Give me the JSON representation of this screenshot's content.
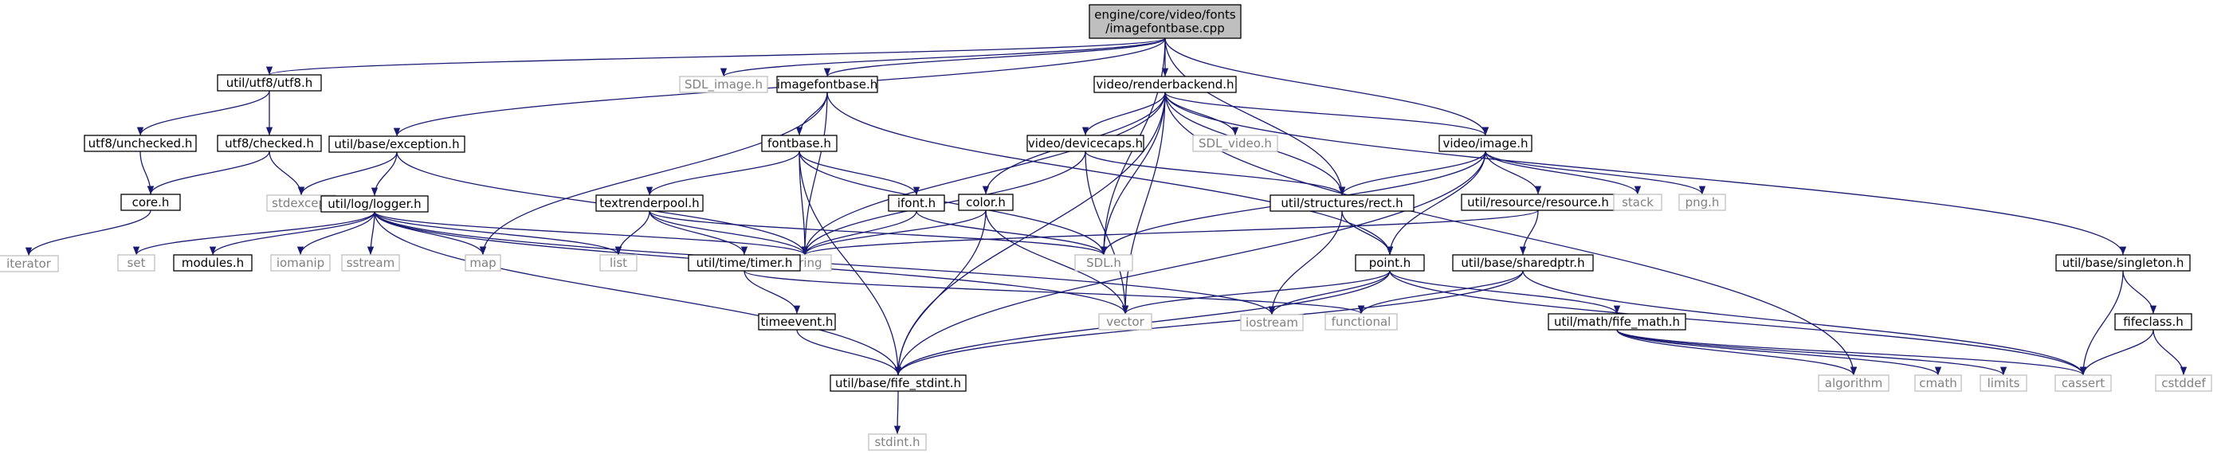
{
  "colors": {
    "edge": "#191970",
    "root_fill": "#bfbfbf",
    "system_border": "#bfbfbf",
    "system_text": "#808080"
  },
  "nodes": {
    "root": {
      "label": [
        "engine/core/video/fonts",
        "/imagefontbase.cpp"
      ],
      "kind": "root"
    },
    "utf8": {
      "label": [
        "util/utf8/utf8.h"
      ],
      "kind": "local"
    },
    "sdl_image": {
      "label": [
        "SDL_image.h"
      ],
      "kind": "system"
    },
    "imagefontbase": {
      "label": [
        "imagefontbase.h"
      ],
      "kind": "local"
    },
    "renderbackend": {
      "label": [
        "video/renderbackend.h"
      ],
      "kind": "local"
    },
    "unchecked": {
      "label": [
        "utf8/unchecked.h"
      ],
      "kind": "local"
    },
    "checked": {
      "label": [
        "utf8/checked.h"
      ],
      "kind": "local"
    },
    "exception": {
      "label": [
        "util/base/exception.h"
      ],
      "kind": "local"
    },
    "fontbase": {
      "label": [
        "fontbase.h"
      ],
      "kind": "local"
    },
    "devicecaps": {
      "label": [
        "video/devicecaps.h"
      ],
      "kind": "local"
    },
    "sdl_video": {
      "label": [
        "SDL_video.h"
      ],
      "kind": "system"
    },
    "image": {
      "label": [
        "video/image.h"
      ],
      "kind": "local"
    },
    "core": {
      "label": [
        "core.h"
      ],
      "kind": "local"
    },
    "stdexcept": {
      "label": [
        "stdexcept"
      ],
      "kind": "system"
    },
    "logger": {
      "label": [
        "util/log/logger.h"
      ],
      "kind": "local"
    },
    "textrenderpool": {
      "label": [
        "textrenderpool.h"
      ],
      "kind": "local"
    },
    "ifont": {
      "label": [
        "ifont.h"
      ],
      "kind": "local"
    },
    "color": {
      "label": [
        "color.h"
      ],
      "kind": "local"
    },
    "rect": {
      "label": [
        "util/structures/rect.h"
      ],
      "kind": "local"
    },
    "resource": {
      "label": [
        "util/resource/resource.h"
      ],
      "kind": "local"
    },
    "stack": {
      "label": [
        "stack"
      ],
      "kind": "system"
    },
    "png": {
      "label": [
        "png.h"
      ],
      "kind": "system"
    },
    "iterator": {
      "label": [
        "iterator"
      ],
      "kind": "system"
    },
    "set": {
      "label": [
        "set"
      ],
      "kind": "system"
    },
    "modules": {
      "label": [
        "modules.h"
      ],
      "kind": "local"
    },
    "iomanip": {
      "label": [
        "iomanip"
      ],
      "kind": "system"
    },
    "sstream": {
      "label": [
        "sstream"
      ],
      "kind": "system"
    },
    "map": {
      "label": [
        "map"
      ],
      "kind": "system"
    },
    "list": {
      "label": [
        "list"
      ],
      "kind": "system"
    },
    "string": {
      "label": [
        "string"
      ],
      "kind": "system"
    },
    "timer": {
      "label": [
        "util/time/timer.h"
      ],
      "kind": "local"
    },
    "sdl_h": {
      "label": [
        "SDL.h"
      ],
      "kind": "system"
    },
    "point": {
      "label": [
        "point.h"
      ],
      "kind": "local"
    },
    "sharedptr": {
      "label": [
        "util/base/sharedptr.h"
      ],
      "kind": "local"
    },
    "singleton": {
      "label": [
        "util/base/singleton.h"
      ],
      "kind": "local"
    },
    "timeevent": {
      "label": [
        "timeevent.h"
      ],
      "kind": "local"
    },
    "vector": {
      "label": [
        "vector"
      ],
      "kind": "system"
    },
    "iostream": {
      "label": [
        "iostream"
      ],
      "kind": "system"
    },
    "functional": {
      "label": [
        "functional"
      ],
      "kind": "system"
    },
    "fife_math": {
      "label": [
        "util/math/fife_math.h"
      ],
      "kind": "local"
    },
    "fifeclass": {
      "label": [
        "fifeclass.h"
      ],
      "kind": "local"
    },
    "fife_stdint": {
      "label": [
        "util/base/fife_stdint.h"
      ],
      "kind": "local"
    },
    "algorithm": {
      "label": [
        "algorithm"
      ],
      "kind": "system"
    },
    "cmath": {
      "label": [
        "cmath"
      ],
      "kind": "system"
    },
    "limits": {
      "label": [
        "limits"
      ],
      "kind": "system"
    },
    "cassert": {
      "label": [
        "cassert"
      ],
      "kind": "system"
    },
    "cstddef": {
      "label": [
        "cstddef"
      ],
      "kind": "system"
    },
    "stdint": {
      "label": [
        "stdint.h"
      ],
      "kind": "system"
    }
  },
  "edges": [
    [
      "root",
      "utf8"
    ],
    [
      "root",
      "sdl_image"
    ],
    [
      "root",
      "imagefontbase"
    ],
    [
      "root",
      "renderbackend"
    ],
    [
      "root",
      "exception"
    ],
    [
      "root",
      "image"
    ],
    [
      "root",
      "rect"
    ],
    [
      "root",
      "sdl_h"
    ],
    [
      "utf8",
      "unchecked"
    ],
    [
      "utf8",
      "checked"
    ],
    [
      "unchecked",
      "core"
    ],
    [
      "checked",
      "core"
    ],
    [
      "checked",
      "stdexcept"
    ],
    [
      "core",
      "iterator"
    ],
    [
      "exception",
      "stdexcept"
    ],
    [
      "exception",
      "logger"
    ],
    [
      "exception",
      "string"
    ],
    [
      "imagefontbase",
      "fontbase"
    ],
    [
      "imagefontbase",
      "string"
    ],
    [
      "imagefontbase",
      "point"
    ],
    [
      "imagefontbase",
      "map"
    ],
    [
      "fontbase",
      "textrenderpool"
    ],
    [
      "fontbase",
      "ifont"
    ],
    [
      "fontbase",
      "string"
    ],
    [
      "fontbase",
      "sdl_h"
    ],
    [
      "fontbase",
      "fife_stdint"
    ],
    [
      "textrenderpool",
      "list"
    ],
    [
      "textrenderpool",
      "string"
    ],
    [
      "textrenderpool",
      "timer"
    ],
    [
      "textrenderpool",
      "sdl_h"
    ],
    [
      "ifont",
      "string"
    ],
    [
      "ifont",
      "sdl_h"
    ],
    [
      "color",
      "string"
    ],
    [
      "color",
      "vector"
    ],
    [
      "color",
      "fife_stdint"
    ],
    [
      "renderbackend",
      "devicecaps"
    ],
    [
      "renderbackend",
      "sdl_video"
    ],
    [
      "renderbackend",
      "image"
    ],
    [
      "renderbackend",
      "color"
    ],
    [
      "renderbackend",
      "rect"
    ],
    [
      "renderbackend",
      "sdl_h"
    ],
    [
      "renderbackend",
      "string"
    ],
    [
      "renderbackend",
      "vector"
    ],
    [
      "renderbackend",
      "singleton"
    ],
    [
      "renderbackend",
      "fife_stdint"
    ],
    [
      "renderbackend",
      "algorithm"
    ],
    [
      "devicecaps",
      "string"
    ],
    [
      "devicecaps",
      "vector"
    ],
    [
      "devicecaps",
      "rect"
    ],
    [
      "image",
      "rect"
    ],
    [
      "image",
      "resource"
    ],
    [
      "image",
      "stack"
    ],
    [
      "image",
      "png"
    ],
    [
      "image",
      "point"
    ],
    [
      "image",
      "sdl_h"
    ],
    [
      "image",
      "fife_stdint"
    ],
    [
      "resource",
      "sharedptr"
    ],
    [
      "resource",
      "string"
    ],
    [
      "rect",
      "point"
    ],
    [
      "rect",
      "iostream"
    ],
    [
      "point",
      "vector"
    ],
    [
      "point",
      "iostream"
    ],
    [
      "point",
      "cassert"
    ],
    [
      "point",
      "fife_math"
    ],
    [
      "point",
      "fife_stdint"
    ],
    [
      "sharedptr",
      "cassert"
    ],
    [
      "sharedptr",
      "functional"
    ],
    [
      "sharedptr",
      "fife_stdint"
    ],
    [
      "singleton",
      "cassert"
    ],
    [
      "singleton",
      "fifeclass"
    ],
    [
      "fifeclass",
      "cassert"
    ],
    [
      "fifeclass",
      "cstddef"
    ],
    [
      "fife_math",
      "algorithm"
    ],
    [
      "fife_math",
      "cmath"
    ],
    [
      "fife_math",
      "limits"
    ],
    [
      "fife_math",
      "cassert"
    ],
    [
      "logger",
      "set"
    ],
    [
      "logger",
      "modules"
    ],
    [
      "logger",
      "iomanip"
    ],
    [
      "logger",
      "sstream"
    ],
    [
      "logger",
      "map"
    ],
    [
      "logger",
      "list"
    ],
    [
      "logger",
      "string"
    ],
    [
      "logger",
      "vector"
    ],
    [
      "logger",
      "iostream"
    ],
    [
      "logger",
      "fife_stdint"
    ],
    [
      "timer",
      "timeevent"
    ],
    [
      "timer",
      "functional"
    ],
    [
      "timeevent",
      "fife_stdint"
    ],
    [
      "fife_stdint",
      "stdint"
    ]
  ]
}
